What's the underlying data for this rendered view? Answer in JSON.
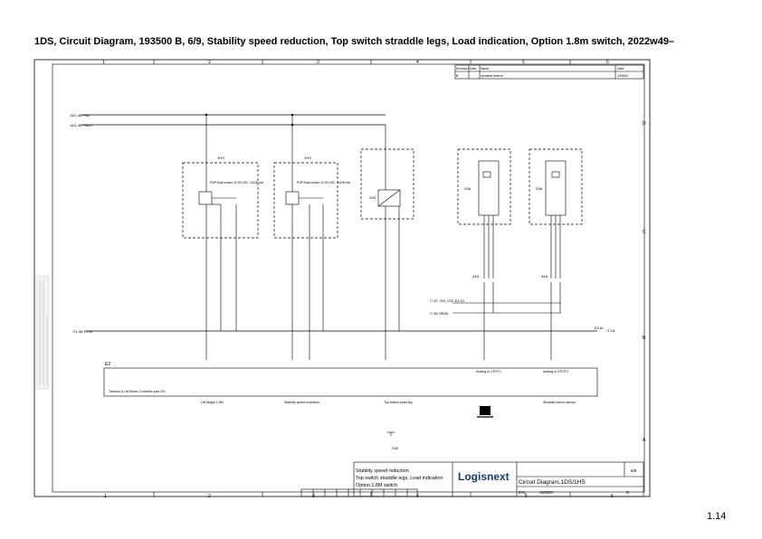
{
  "page": {
    "title": "1DS, Circuit Diagram, 193500 B, 6/9, Stability speed reduction, Top switch straddle legs, Load indication, Option 1.8m switch, 2022w49–",
    "page_number": "1.14"
  },
  "frame": {
    "columns": [
      "1",
      "2",
      "3",
      "4",
      "5",
      "6"
    ],
    "rows_right": [
      "D",
      "C",
      "B",
      "A"
    ]
  },
  "revision_table": {
    "headers": [
      "Revision",
      "Date",
      "Name",
      "Date"
    ],
    "row": [
      "B",
      "",
      "Updated branch",
      "230530"
    ]
  },
  "rails": {
    "top_1": "15/1.4B  +BV",
    "top_2": "15/1.4B  +BV2",
    "mid_left": "7/1.4B  E2.8=",
    "mid_right_a": "E2.8=",
    "mid_right_b": "/7.1A"
  },
  "sensors": {
    "s1_label": "1HS",
    "s1_desc": "PNP Dual sensor 10-30 VDC, 2x100 mA",
    "s2_label": "1HS",
    "s2_desc": "PNP Dual sensor 10-30 VDC, 2x100 mA",
    "s3_label": "S33",
    "s4_label": "S36",
    "s5_label": "S38"
  },
  "connectors": {
    "a15": "A15",
    "a16": "A16",
    "l1": "/7.2C  +5V_LDC  E2:10",
    "l2": "/7.3D  SENS",
    "e2": "E2"
  },
  "controller": {
    "title": "Traction & Lift Motor Controller part 3/3",
    "label_1": "Lift height 1.8M",
    "label_2": "Stability speed reduction",
    "label_3": "Top switch strad.leg",
    "label_4": "Analog in CPOT1",
    "label_5": "Analog in CPOT2",
    "label_6": "Straddle before sensor"
  },
  "bottom_symbol": {
    "label": "S30"
  },
  "title_block": {
    "desc_line1": "Stability speed reduction",
    "desc_line2": "Top switch straddle legs, Load indication",
    "desc_line3": "Option 1.8M switch",
    "company": "Logisnext",
    "drawing_title": "Circuit Diagram,1DS/1HS",
    "designed_by": "EAL",
    "drawing_no": "193500",
    "revision": "B",
    "sheet": "6/9"
  }
}
